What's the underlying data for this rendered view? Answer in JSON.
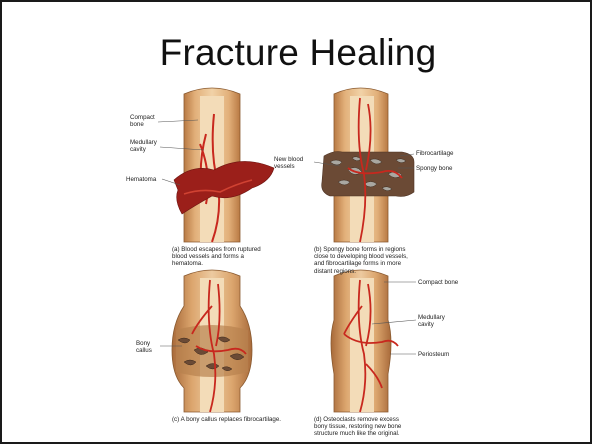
{
  "slide": {
    "title": "Fracture Healing"
  },
  "panels": {
    "a": {
      "labels": {
        "compact_bone": "Compact\nbone",
        "medullary_cavity": "Medullary\ncavity",
        "hematoma": "Hematoma"
      },
      "caption": "(a) Blood escapes from ruptured\nblood vessels and forms a\nhematoma."
    },
    "b": {
      "labels": {
        "new_blood_vessels": "New blood\nvessels",
        "fibrocartilage": "Fibrocartilage",
        "spongy_bone": "Spongy bone"
      },
      "caption": "(b) Spongy bone forms in regions\nclose to developing blood vessels,\nand fibrocartilage forms in more\ndistant regions."
    },
    "c": {
      "labels": {
        "bony_callus": "Bony\ncallus"
      },
      "caption": "(c) A bony callus replaces fibrocartilage."
    },
    "d": {
      "labels": {
        "compact_bone": "Compact bone",
        "medullary_cavity": "Medullary\ncavity",
        "periosteum": "Periosteum"
      },
      "caption": "(d) Osteoclasts remove excess\nbony tissue, restoring new bone\nstructure much like the original."
    }
  },
  "colors": {
    "bone_outer": "#c98e55",
    "bone_inner": "#e8bd8a",
    "marrow": "#f3d9b2",
    "vessel": "#c8281e",
    "hematoma": "#9b1f1a",
    "callus": "#6b4a35"
  }
}
